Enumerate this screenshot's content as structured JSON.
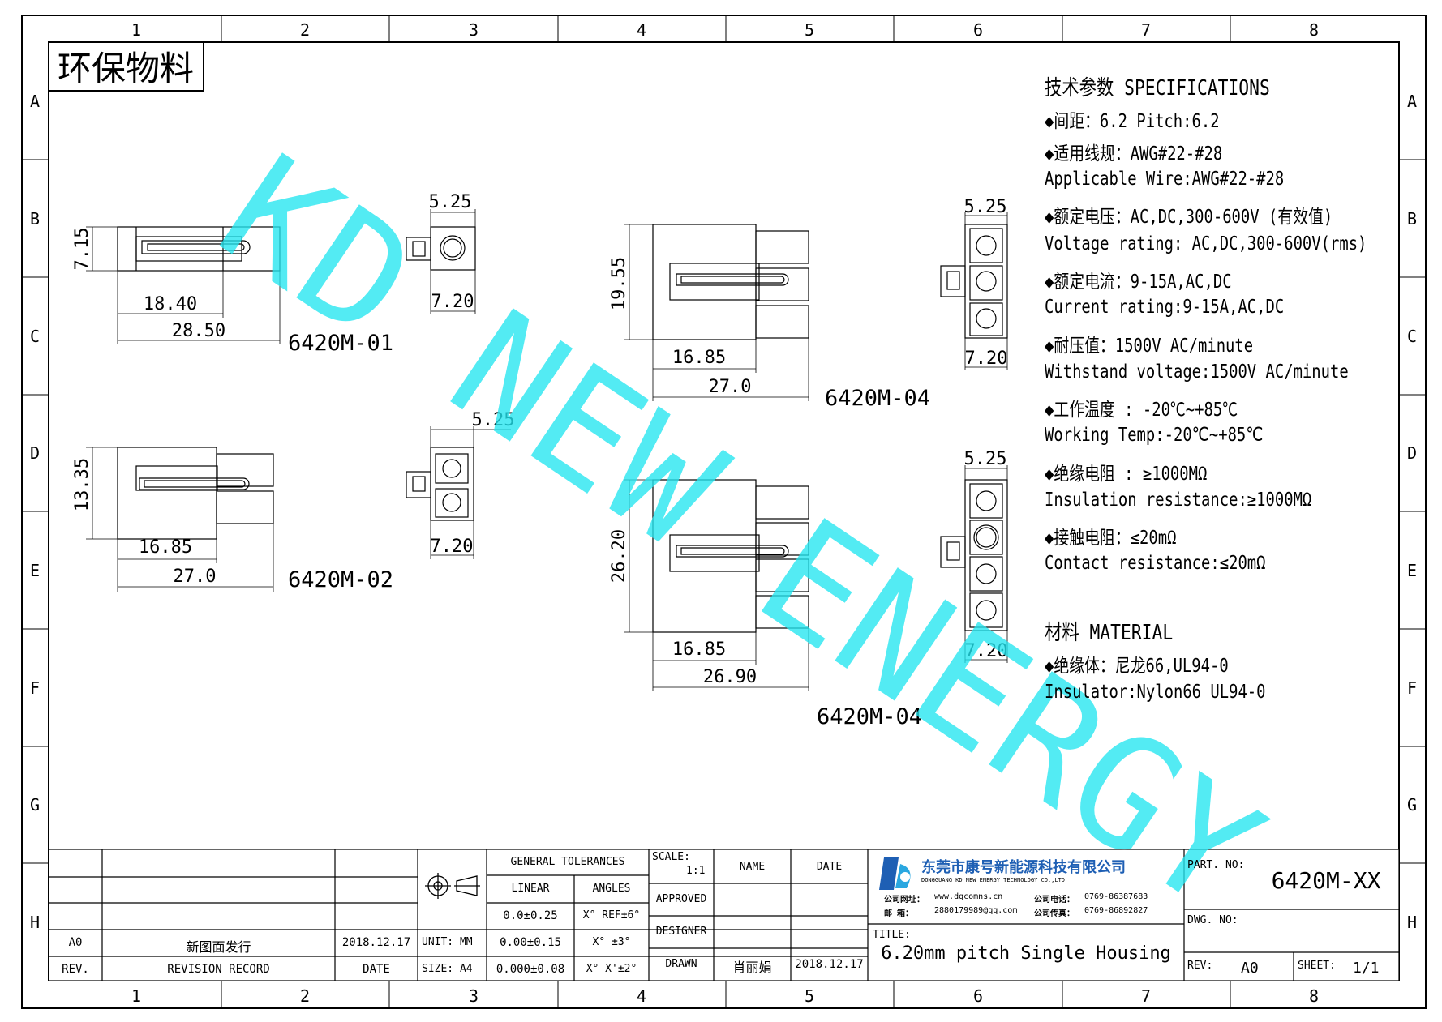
{
  "stamp": "环保物料",
  "watermark": "KD NEW ENERGY",
  "grid": {
    "columns": [
      "1",
      "2",
      "3",
      "4",
      "5",
      "6",
      "7",
      "8"
    ],
    "rows": [
      "A",
      "B",
      "C",
      "D",
      "E",
      "F",
      "G",
      "H"
    ]
  },
  "specs": {
    "heading": "技术参数  SPECIFICATIONS",
    "lines": [
      "◆间距：6.2      Pitch:6.2",
      "◆适用线规：AWG#22-#28",
      "  Applicable Wire:AWG#22-#28",
      "◆额定电压：AC,DC,300-600V (有效值)",
      "  Voltage rating: AC,DC,300-600V(rms)",
      "◆额定电流：9-15A,AC,DC",
      "  Current rating:9-15A,AC,DC",
      "◆耐压值：1500V AC/minute",
      "   Withstand voltage:1500V AC/minute",
      "◆工作温度 : -20℃~+85℃",
      "  Working Temp:-20℃~+85℃",
      "◆绝缘电阻 : ≥1000MΩ",
      "  Insulation resistance:≥1000MΩ",
      "◆接触电阻：≤20mΩ",
      "  Contact resistance:≤20mΩ"
    ],
    "material_heading": "材料  MATERIAL",
    "material_lines": [
      "◆绝缘体：尼龙66,UL94-0",
      "   Insulator:Nylon66 UL94-0"
    ]
  },
  "drawings": {
    "d01": {
      "model": "6420M-01",
      "height": "7.15",
      "len_inner": "18.40",
      "len_total": "28.50",
      "end_width": "5.25",
      "end_height": "7.20"
    },
    "d02": {
      "model": "6420M-02",
      "height": "13.35",
      "len_inner": "16.85",
      "len_total": "27.0",
      "end_width": "5.25",
      "end_height": "7.20"
    },
    "d03": {
      "model": "6420M-04",
      "height": "19.55",
      "len_inner": "16.85",
      "len_total": "27.0",
      "end_width": "5.25",
      "end_height": "7.20"
    },
    "d04": {
      "model": "6420M-04",
      "height": "26.20",
      "len_inner": "16.85",
      "len_total": "26.90",
      "end_width": "5.25",
      "end_height": "7.20"
    }
  },
  "title_block": {
    "revision": {
      "rev": "A0",
      "record": "新图面发行",
      "date": "2018.12.17",
      "rev_label": "REV.",
      "record_label": "REVISION RECORD",
      "date_label": "DATE"
    },
    "unit_label": "UNIT: MM",
    "size_label": "SIZE: A4",
    "tolerances": {
      "heading": "GENERAL TOLERANCES",
      "linear_label": "LINEAR",
      "angles_label": "ANGLES",
      "linear": [
        "0.0±0.25",
        "0.00±0.15",
        "0.000±0.08"
      ],
      "angles": [
        "X° REF±6°",
        "X° ±3°",
        "X° X'±2°"
      ]
    },
    "scale_label": "SCALE:",
    "scale_value": "1:1",
    "name_label": "NAME",
    "date_label": "DATE",
    "approved_label": "APPROVED",
    "designer_label": "DESIGNER",
    "drawn_label": "DRAWN",
    "drawn_name": "肖丽娟",
    "drawn_date": "2018.12.17",
    "company": {
      "name_cn": "东莞市康号新能源科技有限公司",
      "name_en": "DONGGUANG KD NEW ENERGY TECHNOLOGY CO.,LTD",
      "site_label": "公司网址：",
      "site": "www.dgcomns.cn",
      "phone_label": "公司电话：",
      "phone": "0769-86387683",
      "mail_label": "邮    箱：",
      "mail": "2880179989@qq.com",
      "fax_label": "公司传真：",
      "fax": "0769-86892827"
    },
    "title_label": "TITLE:",
    "title": "6.20mm pitch Single Housing",
    "part_no_label": "PART. NO:",
    "part_no": "6420M-XX",
    "dwg_no_label": "DWG. NO:",
    "rev_label": "REV:",
    "rev_value": "A0",
    "sheet_label": "SHEET:",
    "sheet_value": "1/1"
  },
  "colors": {
    "watermark": "#22e6f0",
    "line": "#000000",
    "logo": "#1e5fb4"
  }
}
